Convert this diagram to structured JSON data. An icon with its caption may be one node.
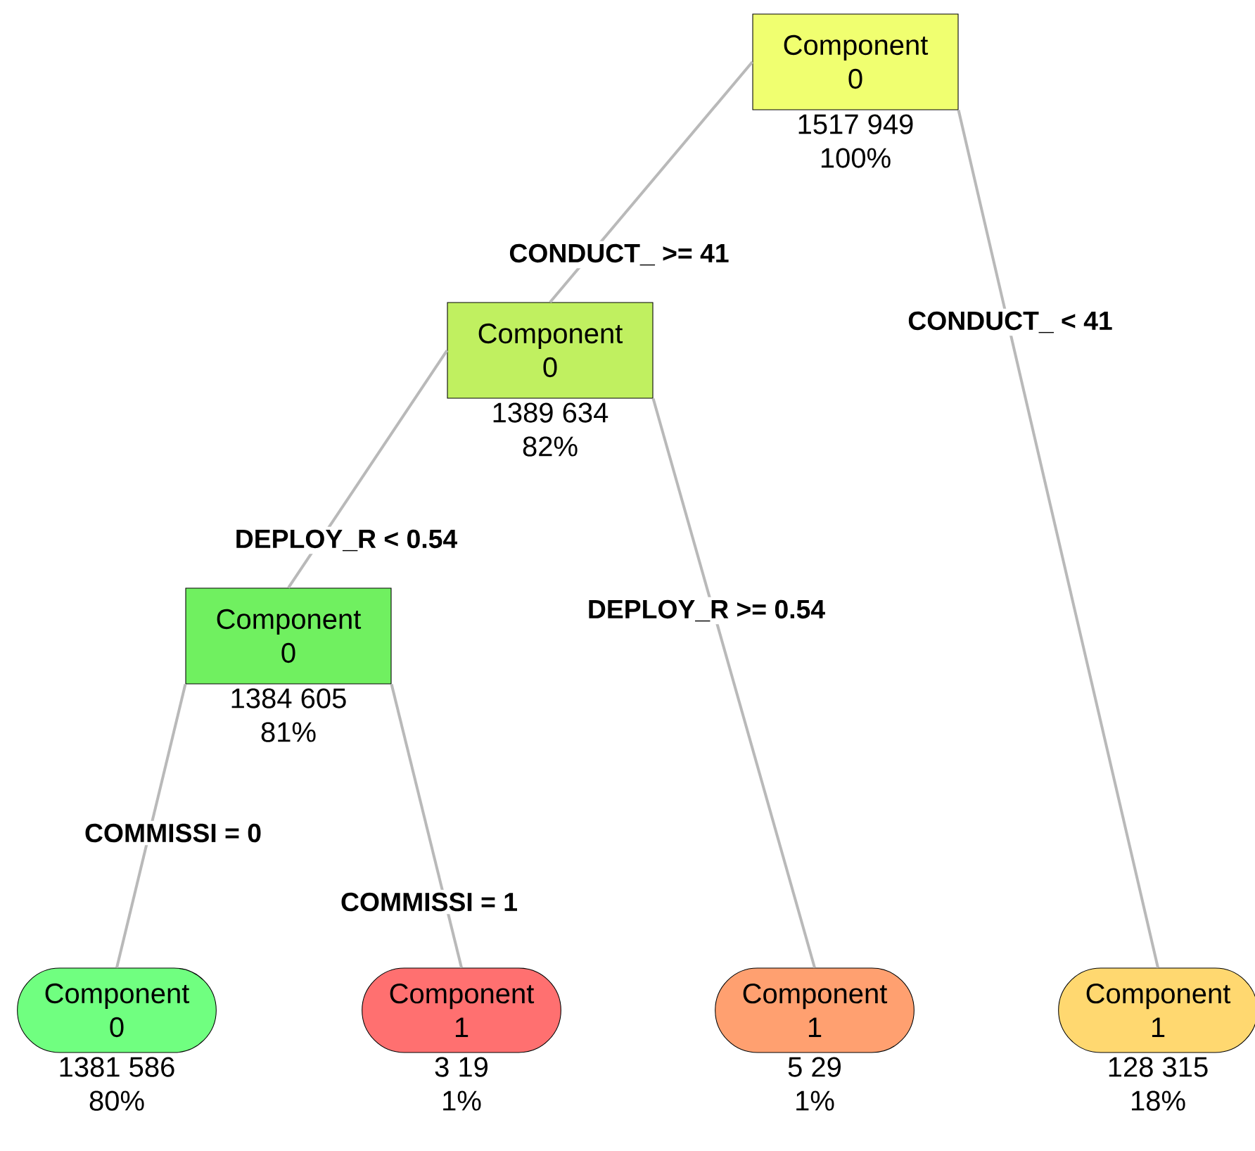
{
  "diagram": {
    "nodes": [
      {
        "text": [
          "Component 0"
        ],
        "beside": [
          "1517 949",
          "100%"
        ]
      },
      {
        "text": [
          "Component 0"
        ],
        "beside": [
          "1389 634",
          "82%"
        ]
      },
      {
        "text": [
          "Component 0"
        ],
        "beside": [
          "1384 605",
          "81%"
        ]
      },
      {
        "text": [
          "Component 0"
        ],
        "beside": [
          "1381 586",
          "80%"
        ]
      },
      {
        "text": [
          "Component 1"
        ],
        "beside": [
          "3 19",
          "1%"
        ]
      },
      {
        "text": [
          "Component 1"
        ],
        "beside": [
          "5 29",
          "1%"
        ]
      },
      {
        "text": [
          "Component 1"
        ],
        "beside": [
          "128 315",
          "18%"
        ]
      }
    ],
    "edges": [
      {
        "from": 0,
        "to": 1,
        "arrow": "none",
        "label": "CONDUCT_ >= 41"
      },
      {
        "from": 0,
        "to": 6,
        "arrow": "none",
        "label": "CONDUCT_ < 41"
      },
      {
        "from": 1,
        "to": 2,
        "arrow": "none",
        "label": "DEPLOY_R < 0.54"
      },
      {
        "from": 1,
        "to": 5,
        "arrow": "none",
        "label": "DEPLOY_R >= 0.54"
      },
      {
        "from": 2,
        "to": 3,
        "arrow": "none",
        "label": "COMMISSI = 0"
      },
      {
        "from": 2,
        "to": 4,
        "arrow": "none",
        "label": "COMMISSI = 1"
      }
    ]
  }
}
